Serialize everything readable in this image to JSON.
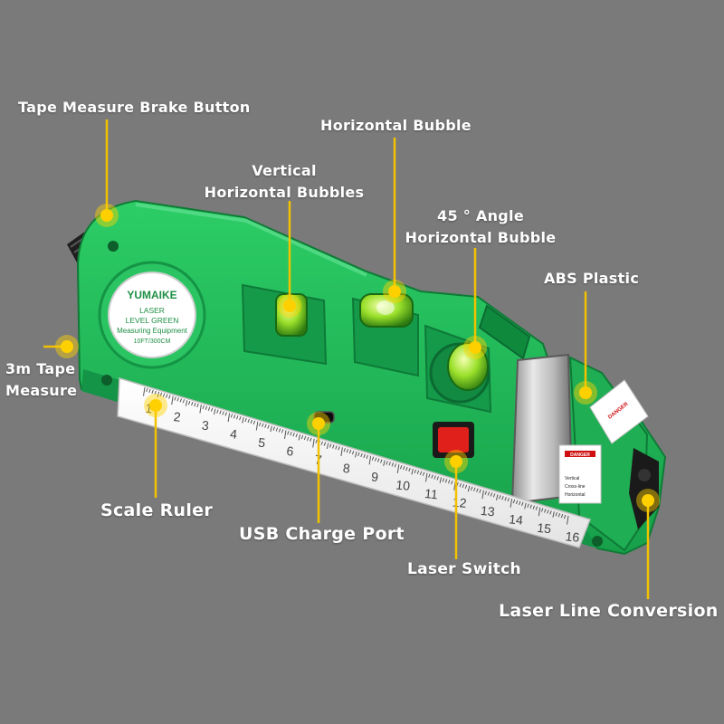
{
  "device": {
    "brand": "YUMAIKE",
    "model_line1": "LASER",
    "model_line2": "LEVEL GREEN",
    "model_line3": "Measuring Equipment",
    "model_line4": "10FT/300CM",
    "ruler_numbers": [
      "1",
      "2",
      "3",
      "4",
      "5",
      "6",
      "7",
      "8",
      "9",
      "10",
      "11",
      "12",
      "13",
      "14",
      "15",
      "16"
    ],
    "warning_title": "DANGER",
    "mode_labels": [
      "Vertical",
      "Cross-line",
      "Horizontal"
    ],
    "colors": {
      "background": "#7a7a7a",
      "body_green": "#22b457",
      "dark_green": "#168c40",
      "callout_yellow": "#ffd000",
      "switch_red": "#e0201b"
    }
  },
  "callouts": {
    "brake_button": "Tape Measure Brake Button",
    "horizontal_bubble": "Horizontal Bubble",
    "vertical_line1": "Vertical",
    "vertical_line2": "Horizontal Bubbles",
    "angle_line1": "45 ° Angle",
    "angle_line2": "Horizontal Bubble",
    "abs_plastic": "ABS Plastic",
    "tape_line1": "3m Tape",
    "tape_line2": "Measure",
    "scale_ruler": "Scale Ruler",
    "usb_port": "USB Charge Port",
    "laser_switch": "Laser Switch",
    "laser_conversion": "Laser Line Conversion"
  }
}
